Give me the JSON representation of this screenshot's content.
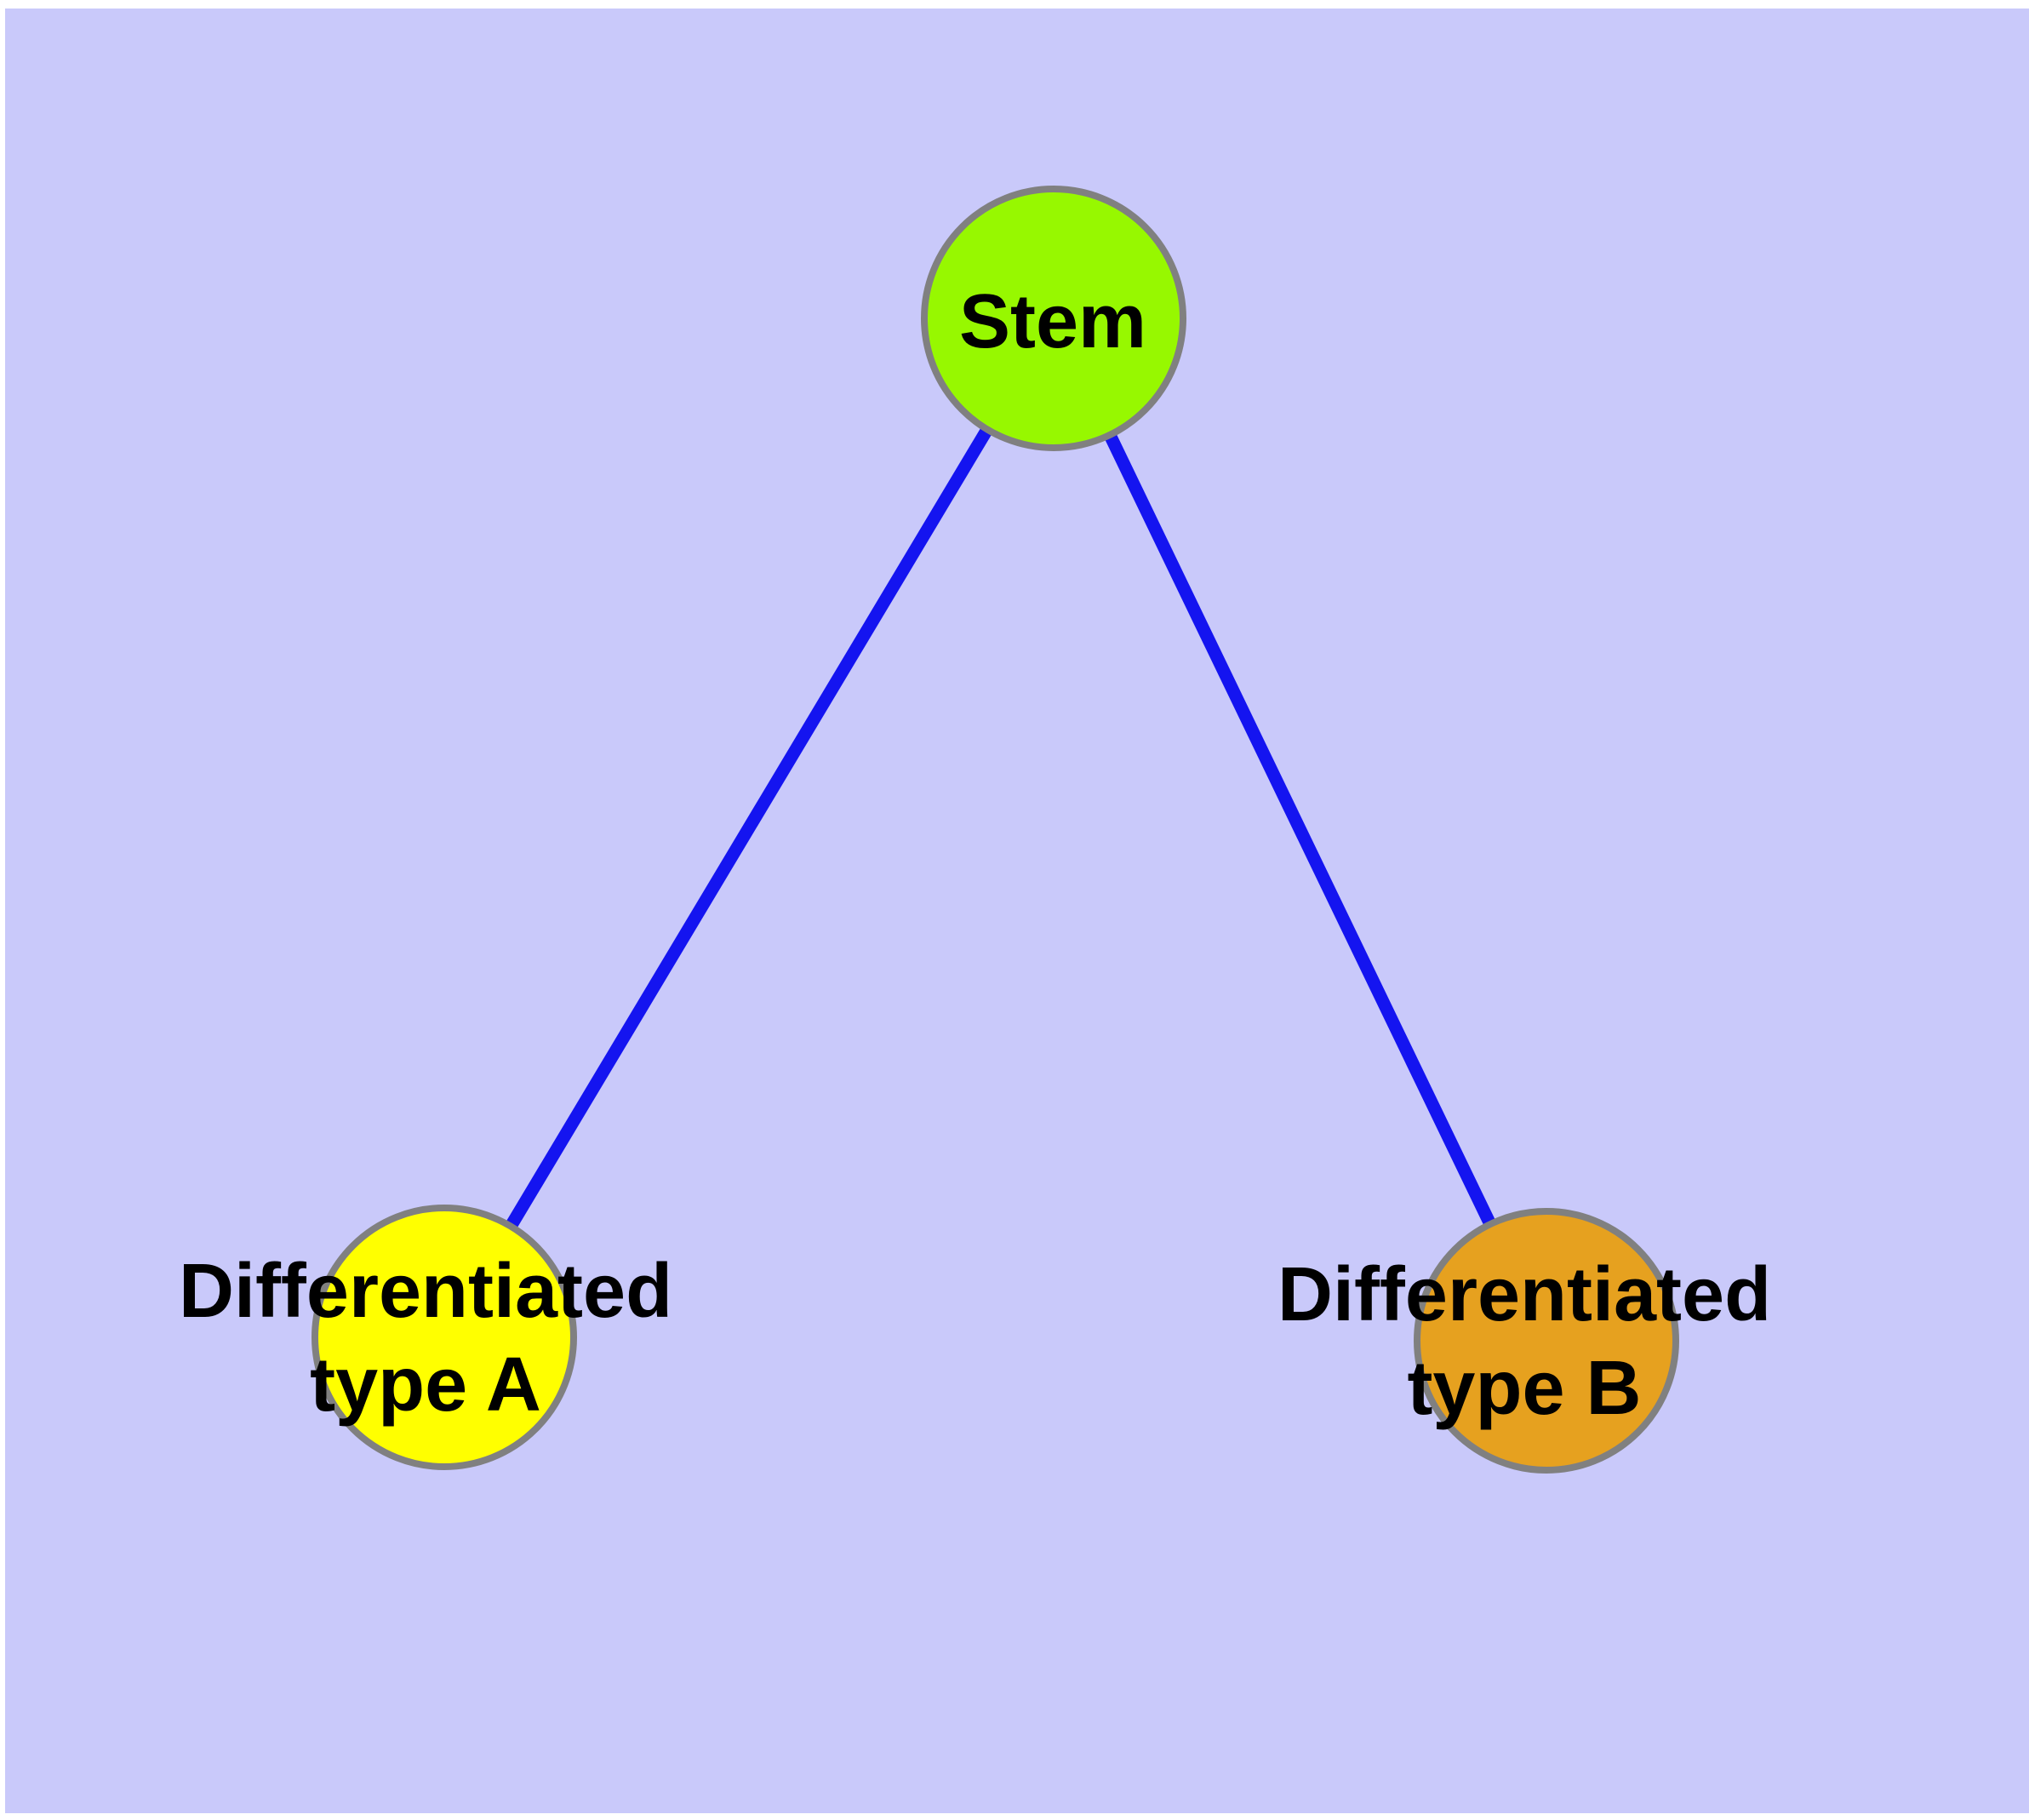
{
  "figure": {
    "type": "graph-diagram",
    "background_color": "#c9c9fa",
    "page_margin_color": "#ffffff"
  },
  "graph": {
    "edge_color": "#1414f0",
    "node_border_color": "#808080",
    "label_color": "#000000",
    "nodes": [
      {
        "id": "stem",
        "label": "Stem",
        "label_lines": [
          "Stem"
        ],
        "fill_color": "#97f800"
      },
      {
        "id": "differentiated-type-a",
        "label": "Differentiated type A",
        "label_lines": [
          "Differentiated",
          "type A"
        ],
        "fill_color": "#ffff00"
      },
      {
        "id": "differentiated-type-b",
        "label": "Differentiated type B",
        "label_lines": [
          "Differentiated",
          "type B"
        ],
        "fill_color": "#e6a11f"
      }
    ],
    "edges": [
      {
        "from": "stem",
        "to": "differentiated-type-a"
      },
      {
        "from": "stem",
        "to": "differentiated-type-b"
      }
    ]
  }
}
